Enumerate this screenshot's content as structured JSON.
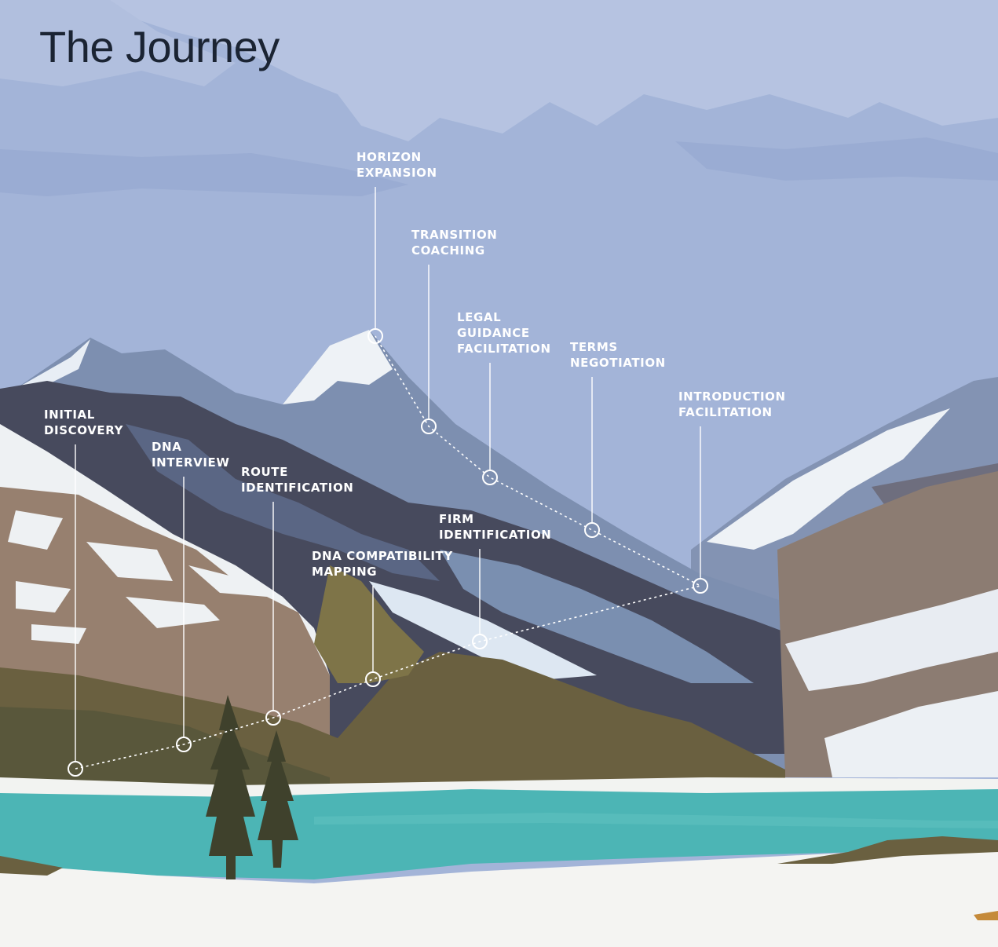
{
  "title": "The Journey",
  "stages": [
    {
      "order": 1,
      "lines": [
        "INITIAL",
        "DISCOVERY"
      ]
    },
    {
      "order": 2,
      "lines": [
        "DNA",
        "INTERVIEW"
      ]
    },
    {
      "order": 3,
      "lines": [
        "ROUTE",
        "IDENTIFICATION"
      ]
    },
    {
      "order": 4,
      "lines": [
        "DNA COMPATIBILITY",
        "MAPPING"
      ]
    },
    {
      "order": 5,
      "lines": [
        "FIRM",
        "IDENTIFICATION"
      ]
    },
    {
      "order": 6,
      "lines": [
        "INTRODUCTION",
        "FACILITATION"
      ]
    },
    {
      "order": 7,
      "lines": [
        "TERMS",
        "NEGOTIATION"
      ]
    },
    {
      "order": 8,
      "lines": [
        "LEGAL",
        "GUIDANCE",
        "FACILITATION"
      ]
    },
    {
      "order": 9,
      "lines": [
        "TRANSITION",
        "COACHING"
      ]
    },
    {
      "order": 10,
      "lines": [
        "HORIZON",
        "EXPANSION"
      ]
    }
  ],
  "colors": {
    "sky": "#a8b8d8",
    "lake": "#4cb5b5",
    "snow": "#f2f3f1",
    "ridge_dark": "#474a5d",
    "ridge_blue": "#7a8fb0",
    "rock_brown": "#98806f",
    "forest": "#6a6040",
    "tree": "#3f412c",
    "title": "#1b2433",
    "path": "#ffffff"
  }
}
